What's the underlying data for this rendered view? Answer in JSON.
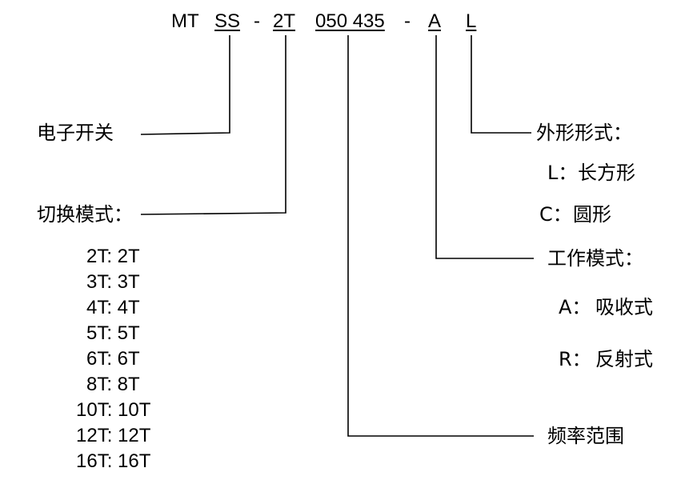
{
  "part_number": {
    "prefix": "MT",
    "switch_type": "SS",
    "sep1": "-",
    "mode": "2T",
    "frequency": "050 435",
    "sep2": "-",
    "work_mode": "A",
    "shape": "L"
  },
  "labels": {
    "electronic_switch": "电子开关",
    "switch_mode": "切换模式：",
    "frequency_range": "频率范围",
    "shape_form": "外形形式：",
    "working_mode": "工作模式："
  },
  "shape_options": [
    {
      "code": "L：",
      "desc": "长方形"
    },
    {
      "code": "C：",
      "desc": "圆形"
    }
  ],
  "work_mode_options": [
    {
      "code": "A：",
      "desc": "吸收式"
    },
    {
      "code": "R：",
      "desc": "反射式"
    }
  ],
  "switch_modes": [
    "2T: 2T",
    "3T: 3T",
    "4T: 4T",
    "5T: 5T",
    "6T: 6T",
    "8T: 8T",
    "10T: 10T",
    "12T: 12T",
    "16T: 16T"
  ]
}
